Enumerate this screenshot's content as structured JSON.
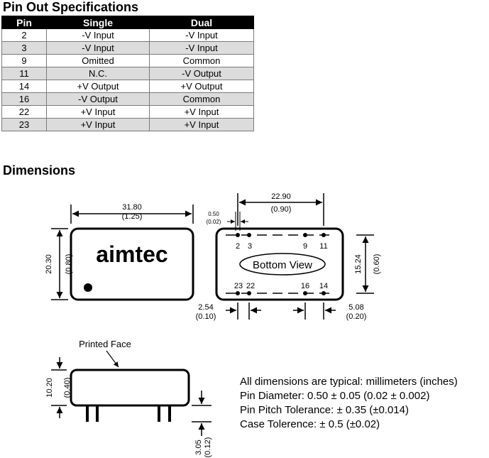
{
  "pin_section": {
    "title": "Pin Out Specifications",
    "headers": [
      "Pin",
      "Single",
      "Dual"
    ],
    "rows": [
      [
        "2",
        "-V Input",
        "-V Input"
      ],
      [
        "3",
        "-V Input",
        "-V Input"
      ],
      [
        "9",
        "Omitted",
        "Common"
      ],
      [
        "11",
        "N.C.",
        "-V Output"
      ],
      [
        "14",
        "+V Output",
        "+V Output"
      ],
      [
        "16",
        "-V Output",
        "Common"
      ],
      [
        "22",
        "+V Input",
        "+V Input"
      ],
      [
        "23",
        "+V Input",
        "+V Input"
      ]
    ]
  },
  "dimensions": {
    "title": "Dimensions",
    "front": {
      "width_mm": "31.80",
      "width_in": "(1.25)",
      "height_mm": "20.30",
      "height_in": "(0.80)",
      "logo": "aimtec"
    },
    "bottom": {
      "label": "Bottom View",
      "span_mm": "22.90",
      "span_in": "(0.90)",
      "pin_dia_mm": "0.50",
      "pin_dia_in": "(0.02)",
      "height_mm": "15.24",
      "height_in": "(0.60)",
      "pitch_mm": "2.54",
      "pitch_in": "(0.10)",
      "pitch2_mm": "5.08",
      "pitch2_in": "(0.20)",
      "top_pins": [
        "2",
        "3",
        "9",
        "11"
      ],
      "bottom_pins": [
        "23",
        "22",
        "16",
        "14"
      ]
    },
    "side": {
      "label": "Printed Face",
      "height_mm": "10.20",
      "height_in": "(0.40)",
      "pin_mm": "3.05",
      "pin_in": "(0.12)"
    },
    "notes": [
      "All dimensions are typical: millimeters (inches)",
      "Pin Diameter: 0.50 ± 0.05 (0.02 ± 0.002)",
      "Pin Pitch Tolerance: ± 0.35 (±0.014)",
      "Case Tolerence: ± 0.5 (±0.02)"
    ]
  }
}
